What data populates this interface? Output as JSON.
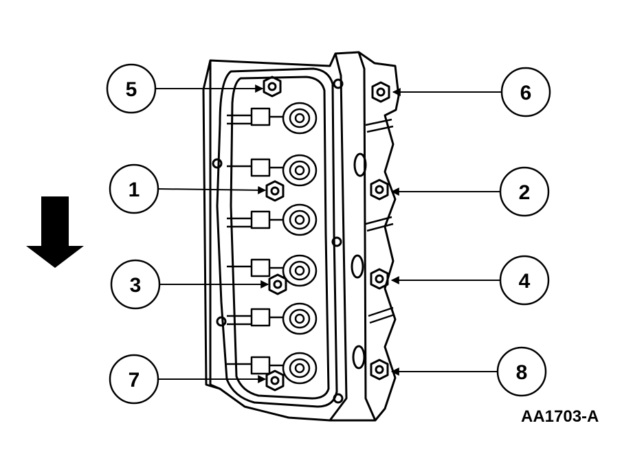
{
  "figure_id": "AA1703-A",
  "callouts": [
    "1",
    "2",
    "3",
    "4",
    "5",
    "6",
    "7",
    "8"
  ],
  "icons": {
    "direction_arrow": "arrow-down-icon",
    "component": "cylinder-head-icon"
  },
  "colors": {
    "line": "#000000",
    "background": "#ffffff"
  }
}
